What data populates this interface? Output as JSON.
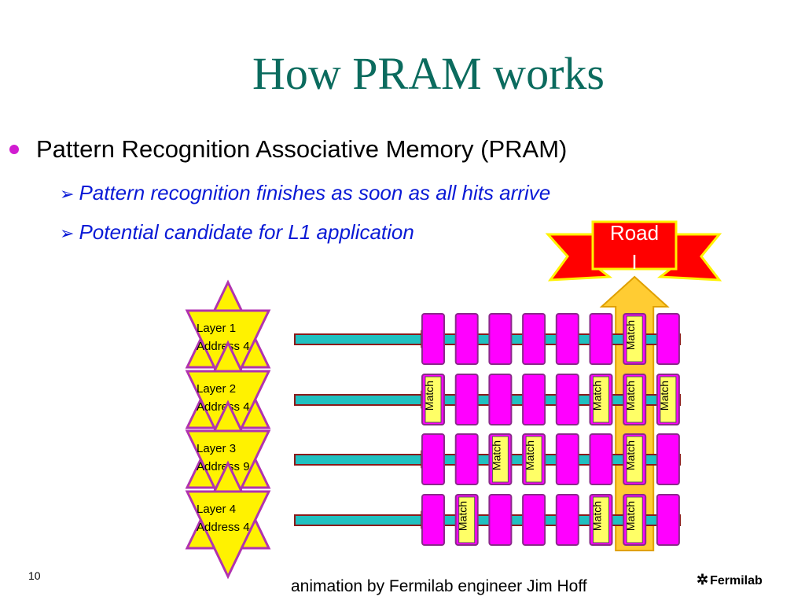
{
  "slide": {
    "title": "How PRAM works",
    "bullet": "Pattern Recognition Associative Memory (PRAM)",
    "sub_bullets": [
      "Pattern recognition finishes as soon as all hits arrive",
      "Potential candidate for L1 application"
    ],
    "page_number": "10",
    "credit": "animation by Fermilab engineer Jim Hoff",
    "logo": "Fermilab"
  },
  "diagram": {
    "road_label": "Road",
    "road_label_line2": "I",
    "match_label": "Match",
    "layers": [
      {
        "line1": "Layer 1",
        "line2": "Address 4",
        "matches": [
          6
        ]
      },
      {
        "line1": "Layer 2",
        "line2": "Address 4",
        "matches": [
          0,
          5,
          6,
          7
        ]
      },
      {
        "line1": "Layer 3",
        "line2": "Address 9",
        "matches": [
          2,
          3,
          6
        ]
      },
      {
        "line1": "Layer 4",
        "line2": "Address 4",
        "matches": [
          1,
          5,
          6
        ]
      }
    ],
    "cells_per_row": 8,
    "colors": {
      "star_fill": "#fff200",
      "star_stroke": "#b033b0",
      "cell_fill": "#ff00ff",
      "cell_stroke": "#8a2a8a",
      "match_fill": "#ffff66",
      "bar_fill": "#20c0c0",
      "bar_stroke": "#8b1a1a",
      "road_arrow": "#ffcc33",
      "banner": "#ff0000"
    }
  }
}
